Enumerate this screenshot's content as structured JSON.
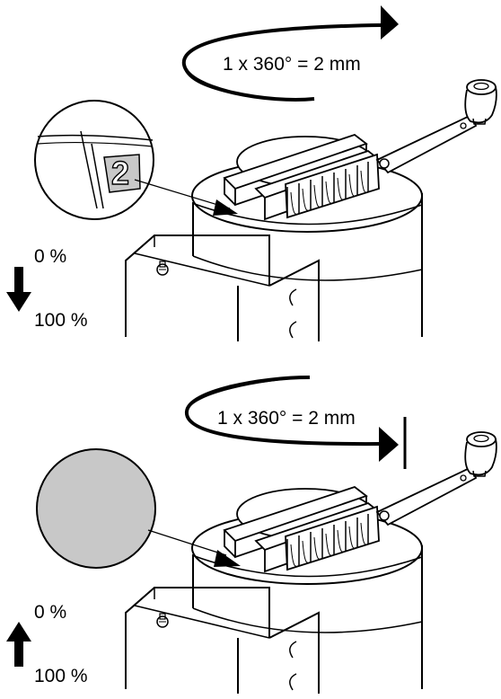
{
  "top_panel": {
    "rotation_label": "1 x 360° = 2 mm",
    "scale_top": "0 %",
    "scale_bottom": "100 %",
    "indicator_digit": "2",
    "direction_arrow": "down"
  },
  "bottom_panel": {
    "rotation_label": "1 x 360° = 2 mm",
    "scale_top": "0 %",
    "scale_bottom": "100 %",
    "direction_arrow": "up"
  },
  "colors": {
    "line": "#000000",
    "indicator_fill": "#c8c8c8",
    "background": "#ffffff"
  }
}
